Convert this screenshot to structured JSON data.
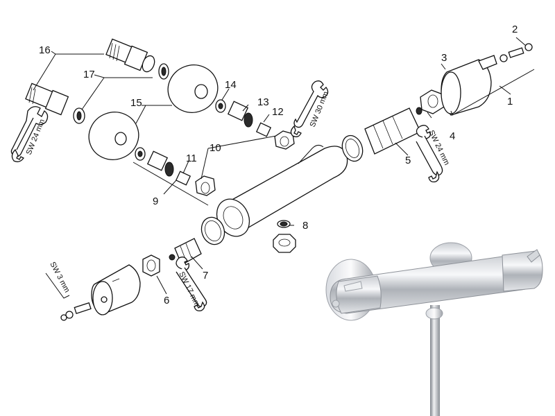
{
  "callouts": {
    "c1": "1",
    "c2": "2",
    "c3": "3",
    "c4": "4",
    "c5": "5",
    "c6": "6",
    "c7": "7",
    "c8": "8",
    "c9": "9",
    "c10": "10",
    "c11": "11",
    "c12": "12",
    "c13": "13",
    "c14": "14",
    "c15": "15",
    "c16": "16",
    "c17": "17"
  },
  "wrench_labels": {
    "sw24_left": "SW 24 mm",
    "sw30": "SW 30 mm",
    "sw24_right": "SW 24 mm",
    "sw17": "SW 17 mm",
    "sw3": "SW 3 mm"
  },
  "colors": {
    "line": "#111111",
    "chrome_light": "#f2f3f5",
    "chrome_mid": "#b9bcc2",
    "chrome_dark": "#6d7178"
  }
}
